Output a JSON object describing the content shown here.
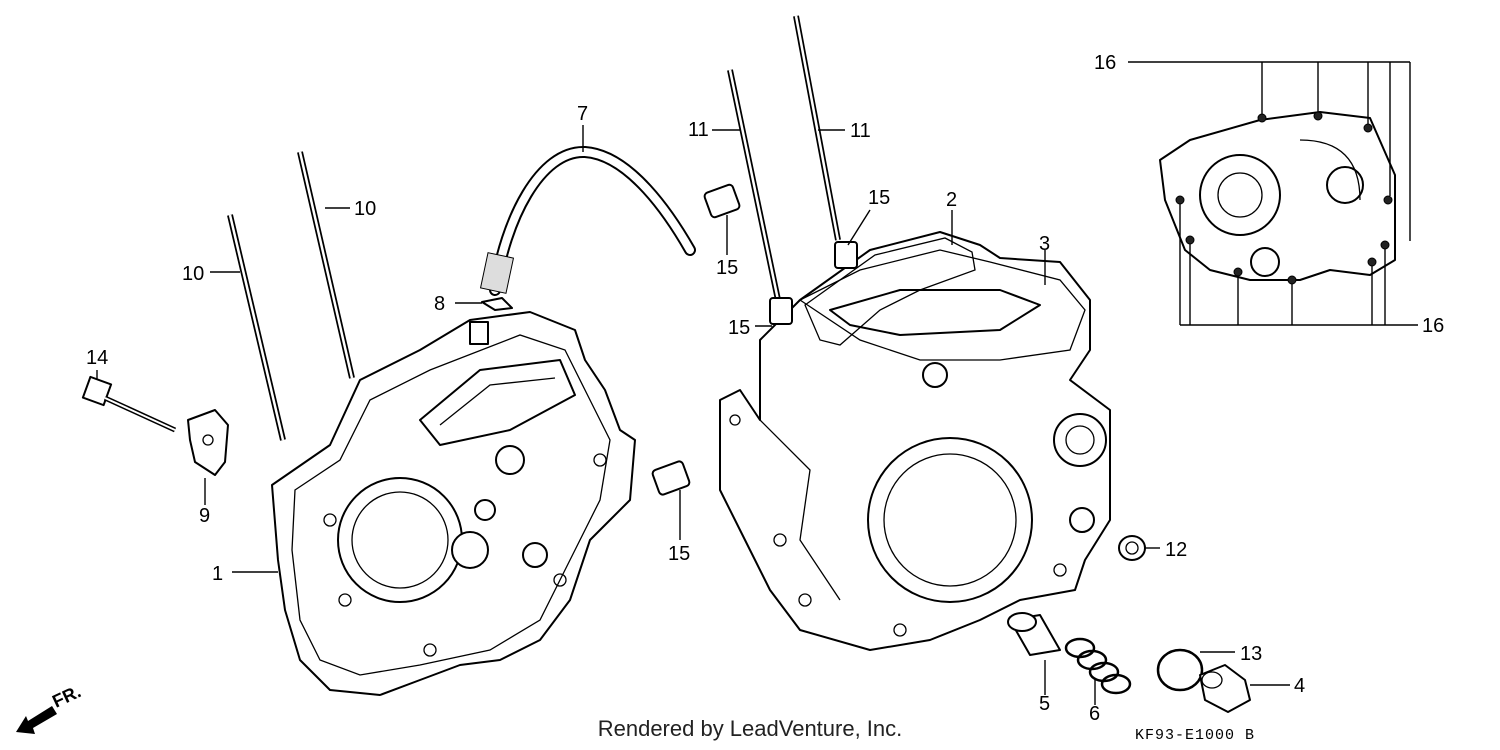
{
  "footer": "Rendered by LeadVenture, Inc.",
  "diagram_code": "KF93-E1000 B",
  "direction_label": "FR.",
  "callouts": {
    "c1": "1",
    "c2": "2",
    "c3": "3",
    "c4": "4",
    "c5": "5",
    "c6": "6",
    "c7": "7",
    "c8": "8",
    "c9": "9",
    "c10a": "10",
    "c10b": "10",
    "c11a": "11",
    "c11b": "11",
    "c12": "12",
    "c13": "13",
    "c14": "14",
    "c15a": "15",
    "c15b": "15",
    "c15c": "15",
    "c15d": "15",
    "c16a": "16",
    "c16b": "16"
  }
}
